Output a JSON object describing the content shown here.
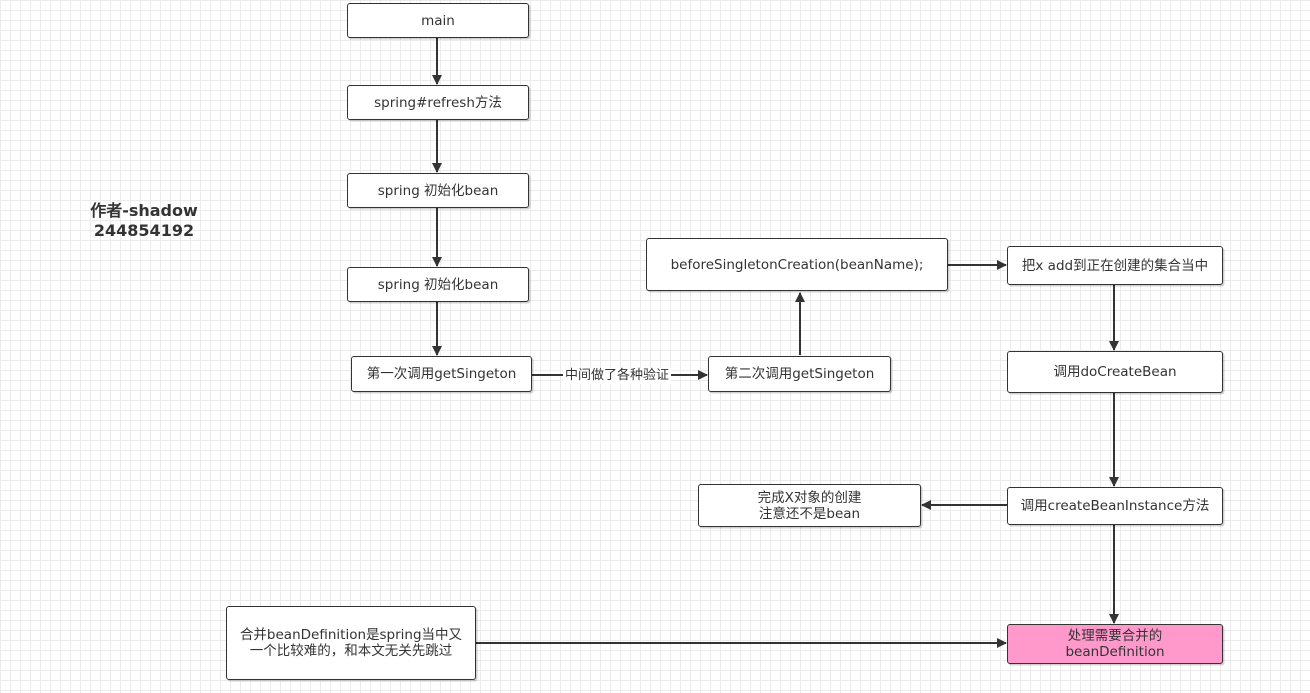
{
  "author": {
    "name": "作者-shadow",
    "id": "244854192"
  },
  "nodes": {
    "main": "main",
    "refresh": "spring#refresh方法",
    "init1": "spring 初始化bean",
    "init2": "spring 初始化bean",
    "first_get": "第一次调用getSingeton",
    "second_get": "第二次调用getSingeton",
    "before_creation": "beforeSingletonCreation(beanName);",
    "add_set": "把x add到正在创建的集合当中",
    "do_create": "调用doCreateBean",
    "create_instance": "调用createBeanInstance方法",
    "complete": {
      "line1": "完成X对象的创建",
      "line2": "注意还不是bean"
    },
    "merge_note": {
      "line1": "合并beanDefinition是spring当中又",
      "line2": "一个比较难的，和本文无关先跳过"
    },
    "merge": {
      "line1": "处理需要合并的",
      "line2": "beanDefinition"
    }
  },
  "edge_labels": {
    "validation": "中间做了各种验证"
  },
  "colors": {
    "highlight": "#ff99cc",
    "stroke": "#333333"
  }
}
